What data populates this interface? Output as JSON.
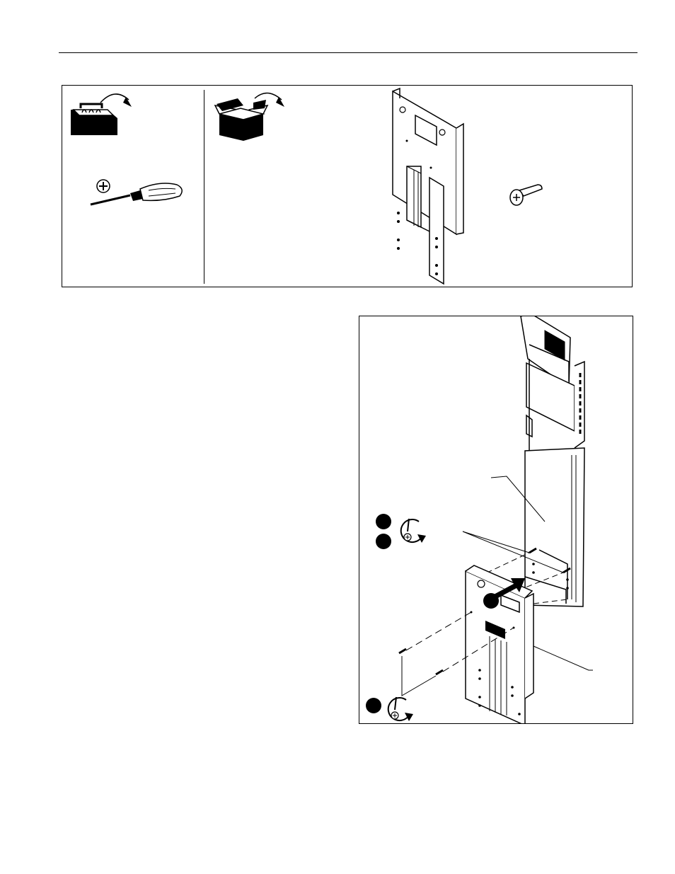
{
  "header": {
    "rule": true
  },
  "tools_panel": {
    "tools_icon": "toolbox-icon",
    "parts_icon": "open-box-icon",
    "tool": "phillips-screwdriver-icon",
    "parts": [
      "extension-bracket-icon",
      "screw-icon"
    ]
  },
  "install_figure": {
    "step_markers": [
      "filled-circle-marker",
      "filled-circle-marker",
      "filled-circle-marker",
      "filled-circle-marker"
    ],
    "tighten_icons": [
      "tighten-screwdriver-icon",
      "tighten-screwdriver-icon"
    ],
    "colors": {
      "ink": "#000000",
      "paper": "#ffffff"
    }
  }
}
